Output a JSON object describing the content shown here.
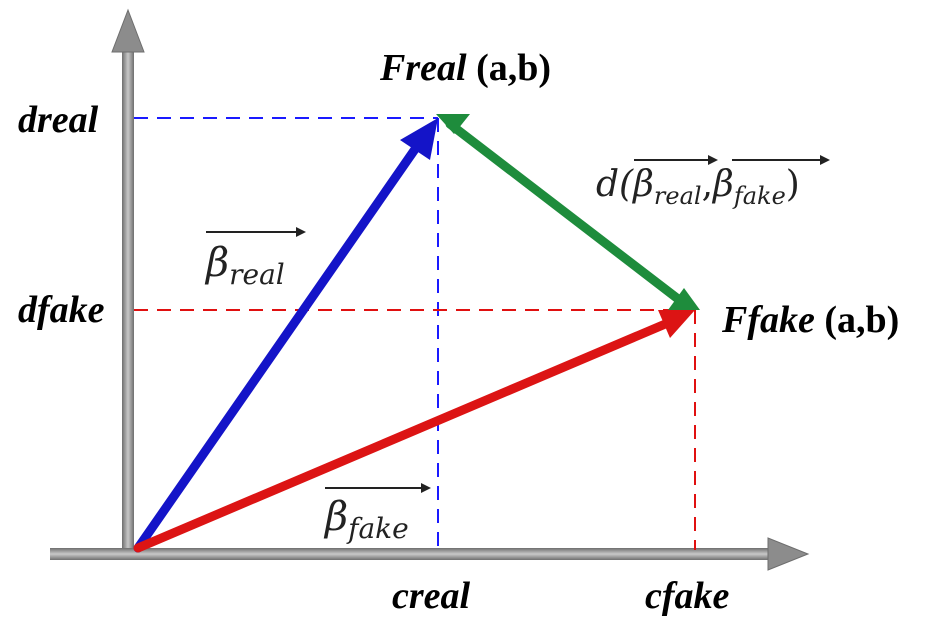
{
  "diagram": {
    "labels": {
      "freal_point": {
        "name": "Freal",
        "coords": "(a,b)"
      },
      "ffake_point": {
        "name": "Ffake",
        "coords": "(a,b)"
      },
      "dreal": "dreal",
      "dfake": "dfake",
      "creal": "creal",
      "cfake": "cfake"
    },
    "vectors": {
      "beta_real": {
        "symbol": "β",
        "subscript": "real"
      },
      "beta_fake": {
        "symbol": "β",
        "subscript": "fake"
      }
    },
    "distance": {
      "prefix": "d(",
      "symbol1": "β",
      "sub1": "real",
      "comma": ",",
      "symbol2": "β",
      "sub2": "fake",
      "suffix": ")"
    },
    "colors": {
      "axis": "#8c8c8c",
      "real_vector": "#1414c8",
      "fake_vector": "#dc1414",
      "distance_vector": "#1e8c3c",
      "real_guide": "#1a1aff",
      "fake_guide": "#e01010"
    }
  }
}
